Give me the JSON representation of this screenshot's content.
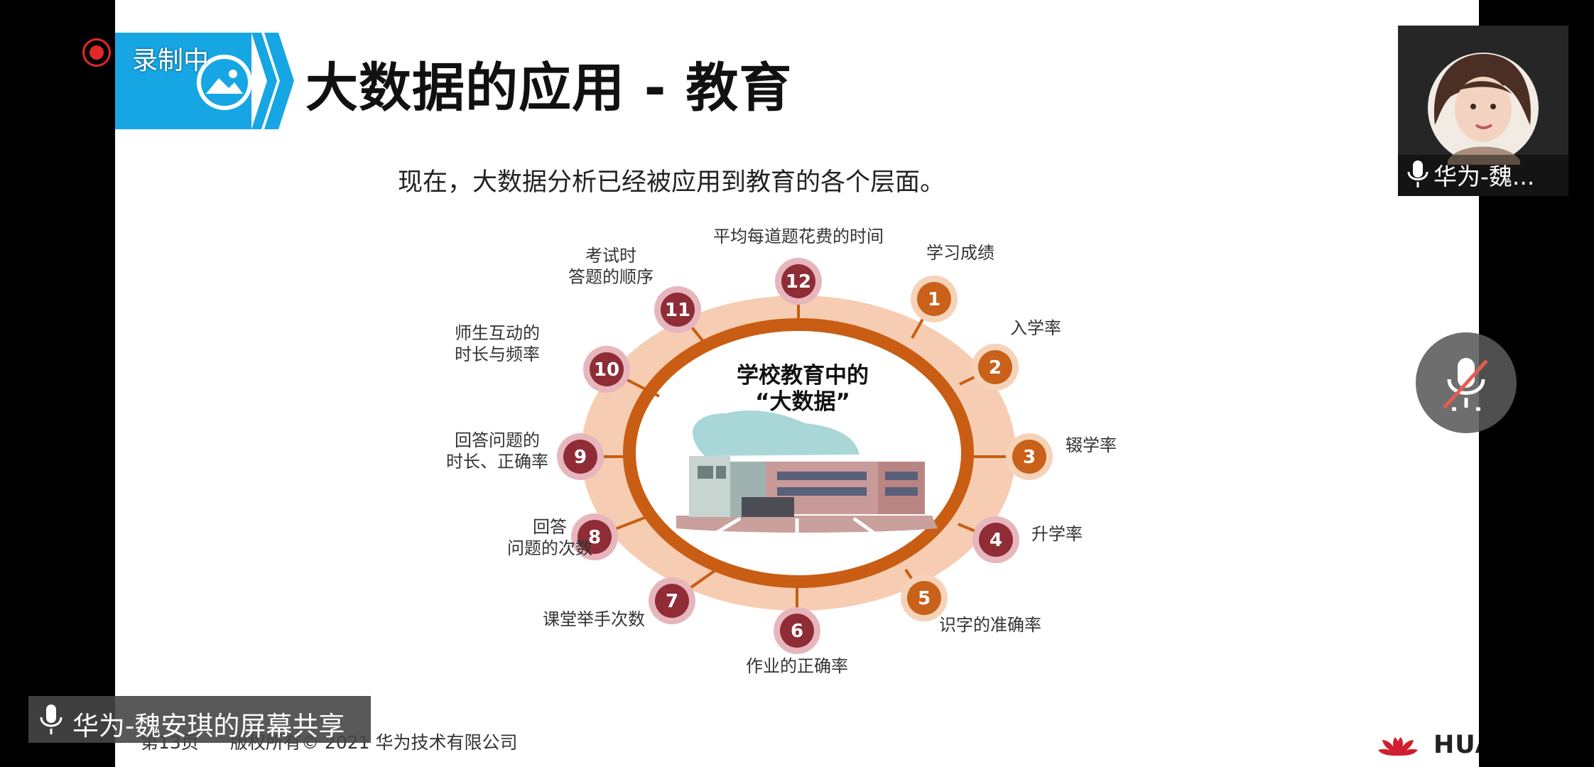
{
  "meeting": {
    "recording_label": "录制中",
    "participant_name": "华为-魏...",
    "share_banner": "华为-魏安琪的屏幕共享"
  },
  "slide": {
    "title": "大数据的应用 - 教育",
    "subtitle": "现在，大数据分析已经被应用到教育的各个层面。",
    "center_title_line1": "学校教育中的",
    "center_title_line2": "“大数据”",
    "page_label": "第13页",
    "copyright": "版权所有© 2021 华为技术有限公司",
    "brand": "HUAWEI",
    "items": [
      {
        "num": "1",
        "label": "学习成绩"
      },
      {
        "num": "2",
        "label": "入学率"
      },
      {
        "num": "3",
        "label": "辍学率"
      },
      {
        "num": "4",
        "label": "升学率"
      },
      {
        "num": "5",
        "label": "识字的准确率"
      },
      {
        "num": "6",
        "label": "作业的正确率"
      },
      {
        "num": "7",
        "label": "课堂举手次数"
      },
      {
        "num": "8",
        "label": "回答\n问题的次数"
      },
      {
        "num": "9",
        "label": "回答问题的\n时长、正确率"
      },
      {
        "num": "10",
        "label": "师生互动的\n时长与频率"
      },
      {
        "num": "11",
        "label": "考试时\n答题的顺序"
      },
      {
        "num": "12",
        "label": "平均每道题花费的时间"
      }
    ]
  },
  "colors": {
    "accent_blue": "#16a6e4",
    "ring_orange": "#c85d13",
    "halo_peach": "#f6cdb2",
    "marker_orange": "#c9611a",
    "marker_maroon": "#8f2c36",
    "recording_red": "#e02a2a",
    "huawei_red": "#cf1f2f"
  },
  "icons": [
    "image-icon",
    "microphone-icon",
    "microphone-muted-icon",
    "record-icon",
    "huawei-logo-icon"
  ]
}
